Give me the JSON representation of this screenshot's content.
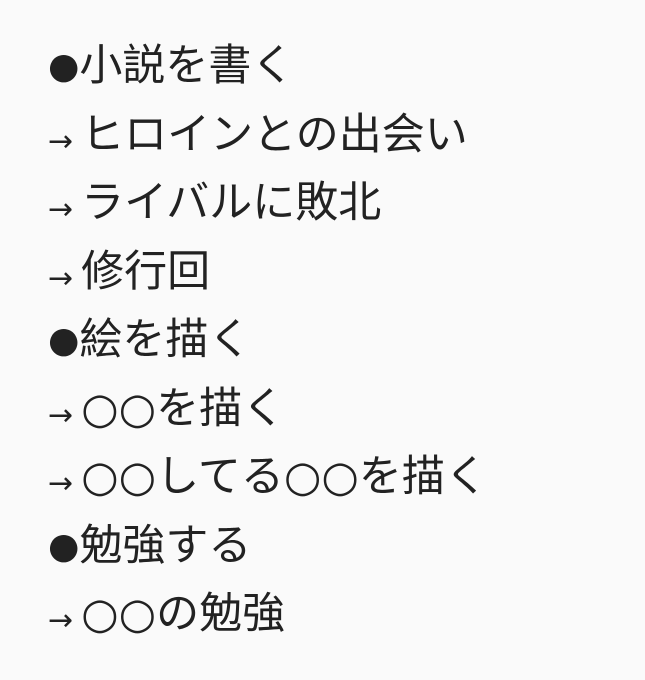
{
  "lines": [
    {
      "type": "bullet",
      "marker": "●",
      "text": "小説を書く"
    },
    {
      "type": "arrow",
      "marker": "→",
      "text": "ヒロインとの出会い"
    },
    {
      "type": "arrow",
      "marker": "→",
      "text": "ライバルに敗北"
    },
    {
      "type": "arrow",
      "marker": "→",
      "text": "修行回"
    },
    {
      "type": "bullet",
      "marker": "●",
      "text": "絵を描く"
    },
    {
      "type": "arrow",
      "marker": "→",
      "text": "○○を描く"
    },
    {
      "type": "arrow",
      "marker": "→",
      "text": "○○してる○○を描く"
    },
    {
      "type": "bullet",
      "marker": "●",
      "text": "勉強する"
    },
    {
      "type": "arrow",
      "marker": "→",
      "text": "○○の勉強"
    }
  ]
}
